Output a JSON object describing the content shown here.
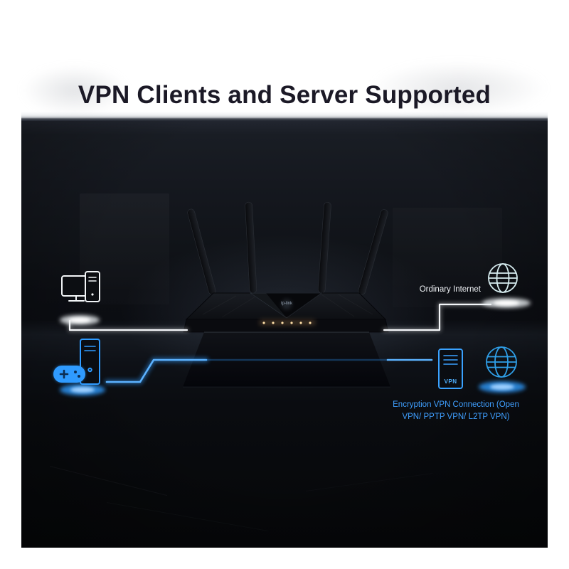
{
  "title": "VPN Clients and Server Supported",
  "colors": {
    "accent_blue": "#2f9bff",
    "caption_blue": "#3f9fff",
    "white_line": "#f5f7fa",
    "title_text": "#1b1926",
    "led_amber": "#ffdfa8"
  },
  "labels": {
    "ordinary_internet": "Ordinary Internet",
    "vpn_badge": "VPN",
    "router_brand": "tp-link"
  },
  "caption": {
    "line1": "Encryption VPN Connection (Open",
    "line2": "VPN/ PPTP VPN/ L2TP VPN)"
  },
  "router": {
    "antenna_count": 4,
    "led_count": 6
  },
  "icons": {
    "top_left": "desktop-computer-icon",
    "top_right": "globe-icon",
    "bottom_left": [
      "gamepad-icon",
      "pc-tower-icon"
    ],
    "bottom_right": [
      "vpn-server-icon",
      "globe-icon"
    ]
  }
}
